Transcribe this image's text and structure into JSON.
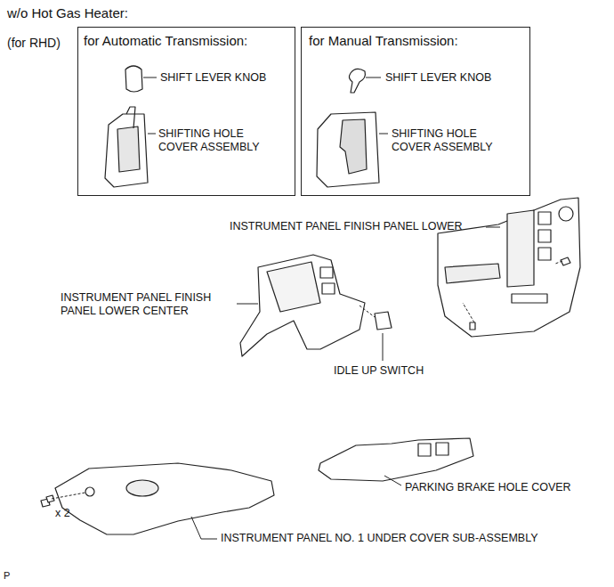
{
  "diagram": {
    "nodes": [
      {
        "text": [
          "for Automatic Transmission:",
          "SHIFT LEVER KNOB",
          "SHIFTING HOLE COVER ASSEMBLY"
        ]
      },
      {
        "text": [
          "for Manual Transmission:",
          "SHIFT LEVER KNOB",
          "SHIFTING HOLE COVER ASSEMBLY"
        ]
      }
    ],
    "labels": [
      "w/o Hot Gas Heater:",
      "(for RHD)",
      "INSTRUMENT PANEL FINISH PANEL LOWER",
      "INSTRUMENT PANEL FINISH PANEL LOWER CENTER",
      "IDLE UP SWITCH",
      "PARKING BRAKE HOLE COVER",
      "INSTRUMENT PANEL NO. 1 UNDER COVER SUB-ASSEMBLY",
      "x 2",
      "P"
    ]
  }
}
